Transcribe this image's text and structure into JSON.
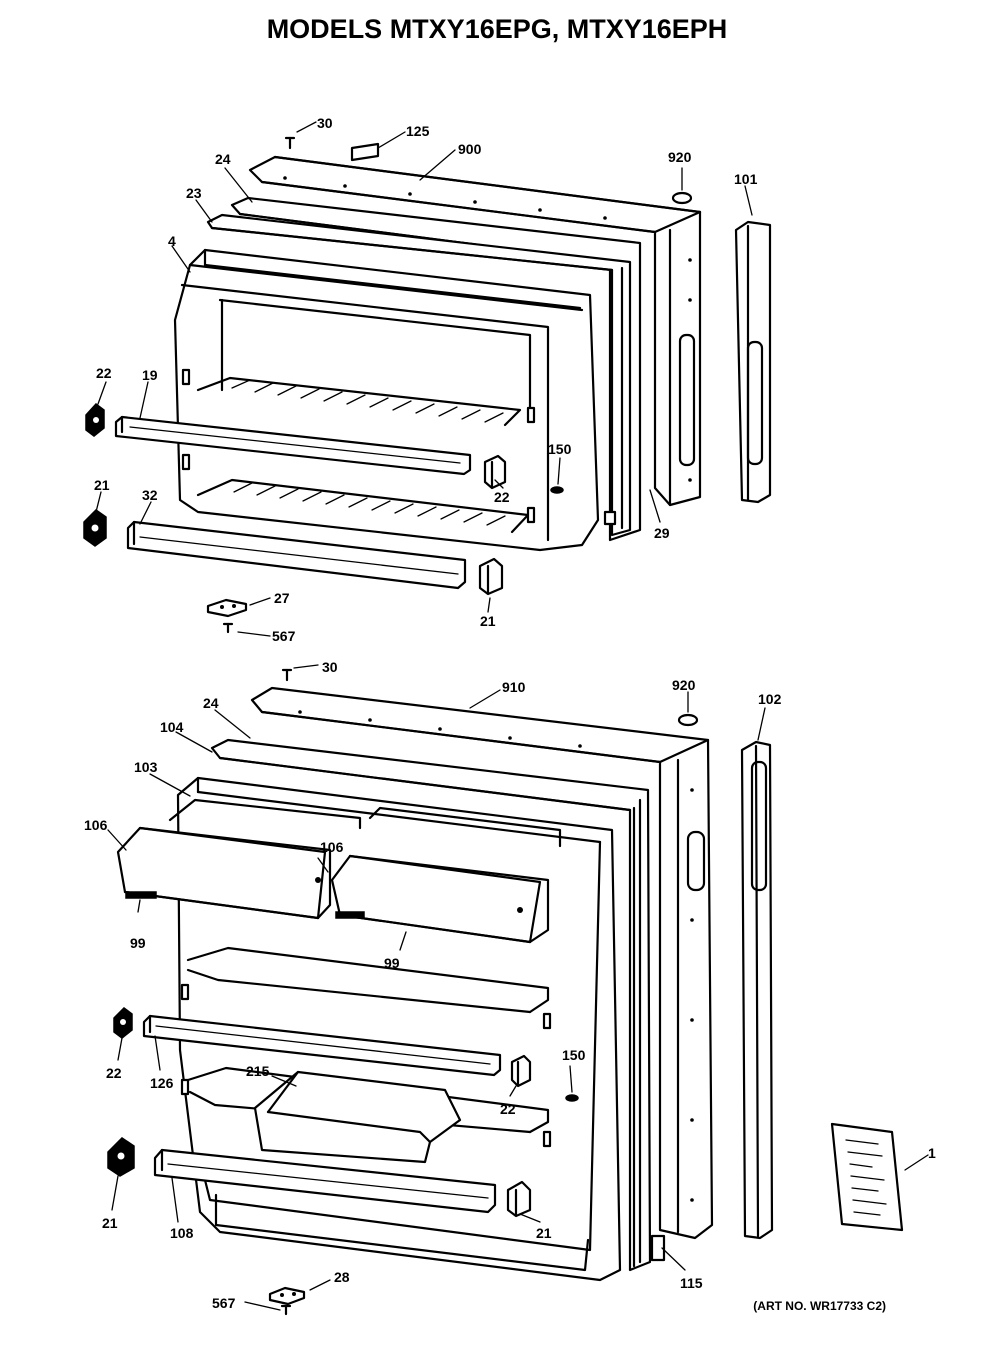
{
  "title": "MODELS MTXY16EPG, MTXY16EPH",
  "art_number": "(ART NO. WR17733 C2)",
  "freezer_door_labels": {
    "screw_top": "30",
    "cap": "125",
    "door_outer": "900",
    "plug": "920",
    "handle": "101",
    "trim_top": "24",
    "gasket": "23",
    "liner": "4",
    "bracket_left_top": "22",
    "shelf_bar_top": "19",
    "bracket_right_top": "22",
    "screw_right": "150",
    "bracket_left_bottom": "21",
    "shelf_bar_bottom": "32",
    "bracket_right_bottom": "21",
    "trim_side": "29",
    "stop": "27",
    "screw_stop": "567"
  },
  "fresh_food_door_labels": {
    "screw_top": "30",
    "door_outer": "910",
    "plug": "920",
    "handle": "102",
    "trim_top": "24",
    "gasket": "104",
    "liner": "103",
    "bin_left": "106",
    "bin_right": "106",
    "bin_trim_left": "99",
    "bin_trim_right": "99",
    "bracket_left_mid": "22",
    "shelf_bar_mid": "126",
    "bracket_right_mid": "22",
    "screw_right": "150",
    "bin_bottom": "215",
    "bracket_left_bottom": "21",
    "shelf_bar_bottom": "108",
    "bracket_right_bottom": "21",
    "trim_side": "115",
    "stop": "28",
    "screw_stop": "567",
    "manual": "1"
  }
}
